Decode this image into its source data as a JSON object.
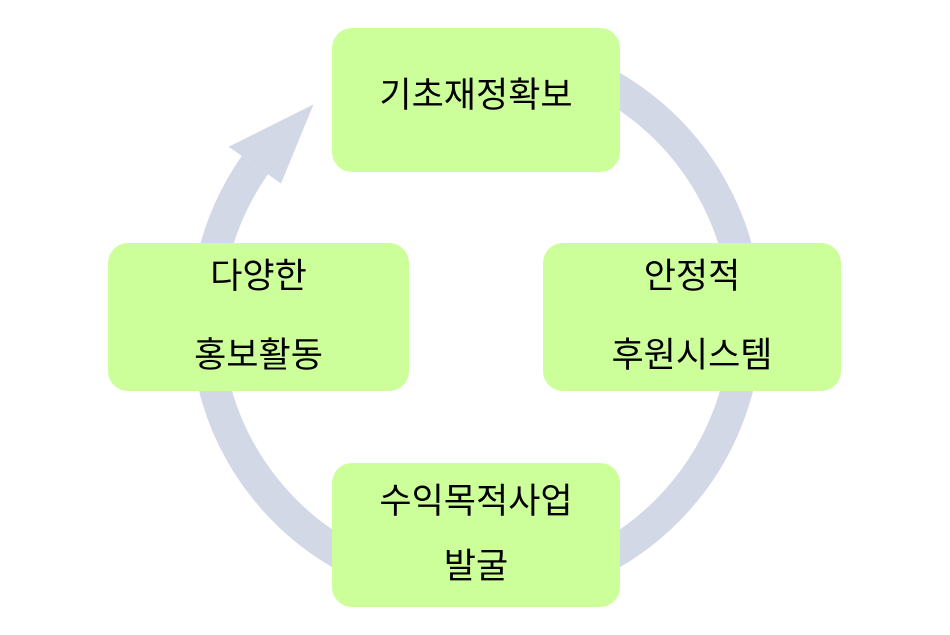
{
  "diagram": {
    "type": "cycle",
    "colors": {
      "node_fill": "#ccff99",
      "ring": "#d3d8e6",
      "text": "#000000"
    },
    "nodes": [
      {
        "id": "top",
        "lines": [
          "기초재정확보"
        ]
      },
      {
        "id": "right",
        "lines": [
          "안정적",
          "후원시스템"
        ]
      },
      {
        "id": "bottom",
        "lines": [
          "수익목적사업",
          "발굴"
        ]
      },
      {
        "id": "left",
        "lines": [
          "다양한",
          "홍보활동"
        ]
      }
    ],
    "flow_direction": "clockwise"
  }
}
